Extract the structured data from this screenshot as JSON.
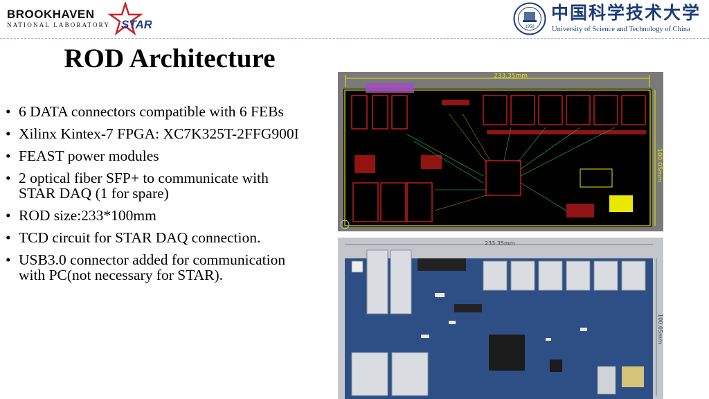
{
  "header": {
    "bnl_logo_top": "BROOKHAVEN",
    "bnl_logo_bottom": "NATIONAL LABORATORY",
    "star_logo_text": "STAR",
    "ustc_name_cn": "中国科学技术大学",
    "ustc_name_en": "University of Science and Technology of China",
    "ustc_seal_year": "1958"
  },
  "title": "ROD Architecture",
  "bullets": [
    "6 DATA connectors compatible with 6 FEBs",
    "Xilinx Kintex-7 FPGA: XC7K325T-2FFG900I",
    "FEAST power modules",
    "2 optical fiber SFP+ to communicate with STAR DAQ (1 for spare)",
    "ROD size:233*100mm",
    "TCD circuit for STAR DAQ connection.",
    "USB3.0 connector added for communication with PC(not necessary for STAR)."
  ],
  "pcb_layout": {
    "width_dim": "233.35mm",
    "height_dim": "100.05mm"
  },
  "pcb_render": {
    "width_dim": "233.35mm",
    "height_dim": "100.05mm"
  },
  "colors": {
    "pcb_layout_bg": "#000000",
    "pcb_trace_red": "#d21c1c",
    "pcb_outline_yellow": "#e8e800",
    "pcb_render_board": "#2d4f86",
    "ustc_blue": "#1b3d7a"
  }
}
